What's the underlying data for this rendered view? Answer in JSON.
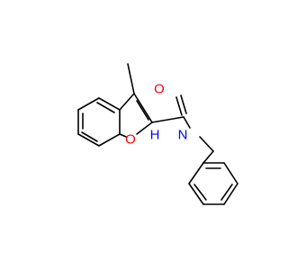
{
  "colors": {
    "bond": "#000000",
    "oxygen": "#ff0000",
    "nitrogen": "#0000ff",
    "background": "#ffffff"
  },
  "atoms": {
    "furan_oxygen": "O",
    "carbonyl_oxygen": "O",
    "amide_nitrogen": "N",
    "amide_hydrogen": "H"
  }
}
